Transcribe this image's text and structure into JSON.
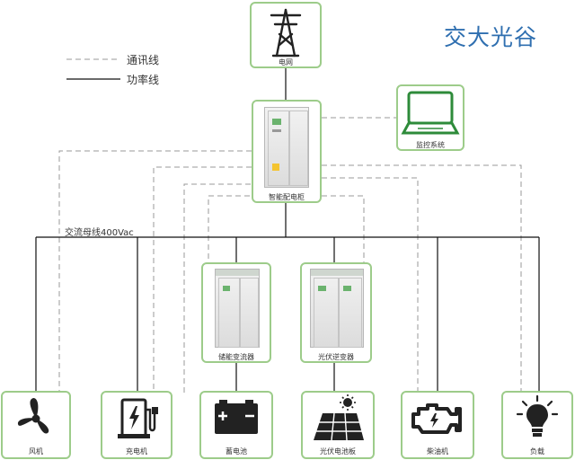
{
  "brand": "交大光谷",
  "legend": {
    "comm_line": "通讯线",
    "power_line": "功率线"
  },
  "bus_label": "交流母线400Vac",
  "nodes": {
    "grid": "电网",
    "monitor": "监控系统",
    "cabinet": "智能配电柜",
    "storage_converter": "储能变流器",
    "pv_inverter": "光伏逆变器",
    "wind": "风机",
    "charger": "充电机",
    "battery": "蓄电池",
    "pv_panel": "光伏电池板",
    "diesel": "柴油机",
    "load": "负载"
  },
  "colors": {
    "border": "#9dcc8a",
    "brand": "#2f6fb0",
    "power_line": "#111111",
    "comm_line": "#999999",
    "monitor_screen": "#2e8b3a"
  }
}
